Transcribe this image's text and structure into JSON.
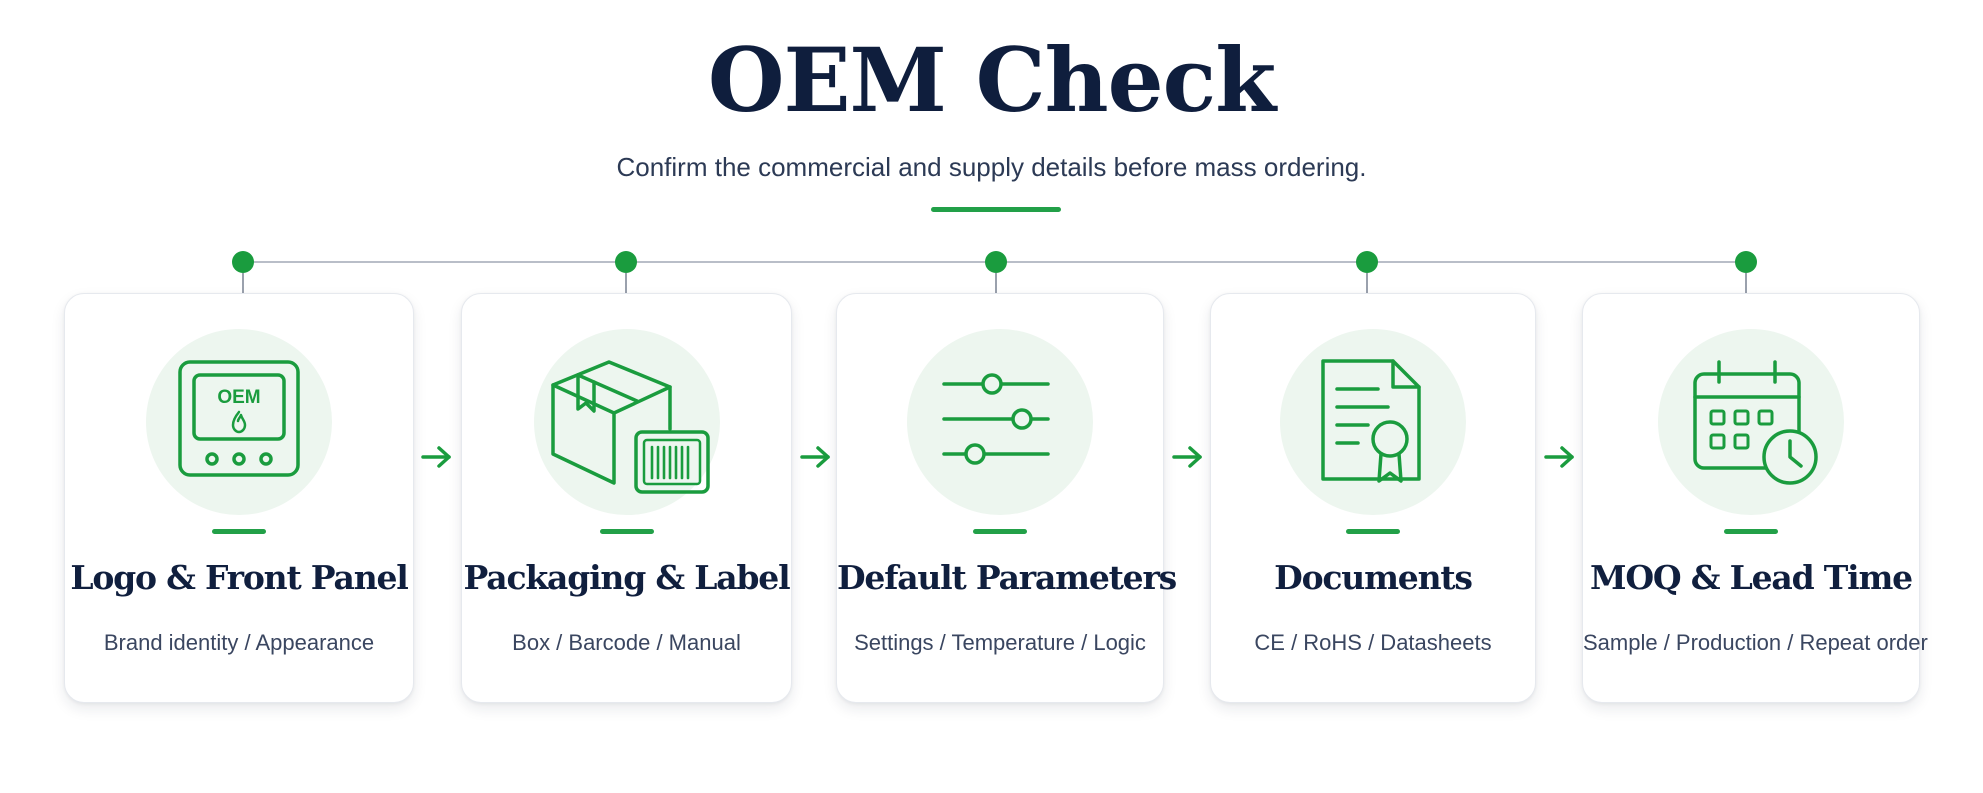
{
  "title": "OEM Check",
  "subtitle": "Confirm the commercial and supply details before mass ordering.",
  "colors": {
    "accent": "#22a048",
    "heading": "#0f1e3d",
    "text": "#3a4660",
    "icon_bg": "#edf6ef",
    "line": "#b9bec8"
  },
  "steps": [
    {
      "title": "Logo & Front Panel",
      "subtitle": "Brand identity / Appearance",
      "icon": "device-front-panel-icon",
      "icon_label": "OEM"
    },
    {
      "title": "Packaging & Label",
      "subtitle": "Box / Barcode / Manual",
      "icon": "package-barcode-icon"
    },
    {
      "title": "Default Parameters",
      "subtitle": "Settings / Temperature / Logic",
      "icon": "sliders-icon"
    },
    {
      "title": "Documents",
      "subtitle": "CE / RoHS / Datasheets",
      "icon": "certificate-document-icon"
    },
    {
      "title": "MOQ & Lead Time",
      "subtitle": "Sample / Production / Repeat order",
      "icon": "calendar-clock-icon"
    }
  ]
}
